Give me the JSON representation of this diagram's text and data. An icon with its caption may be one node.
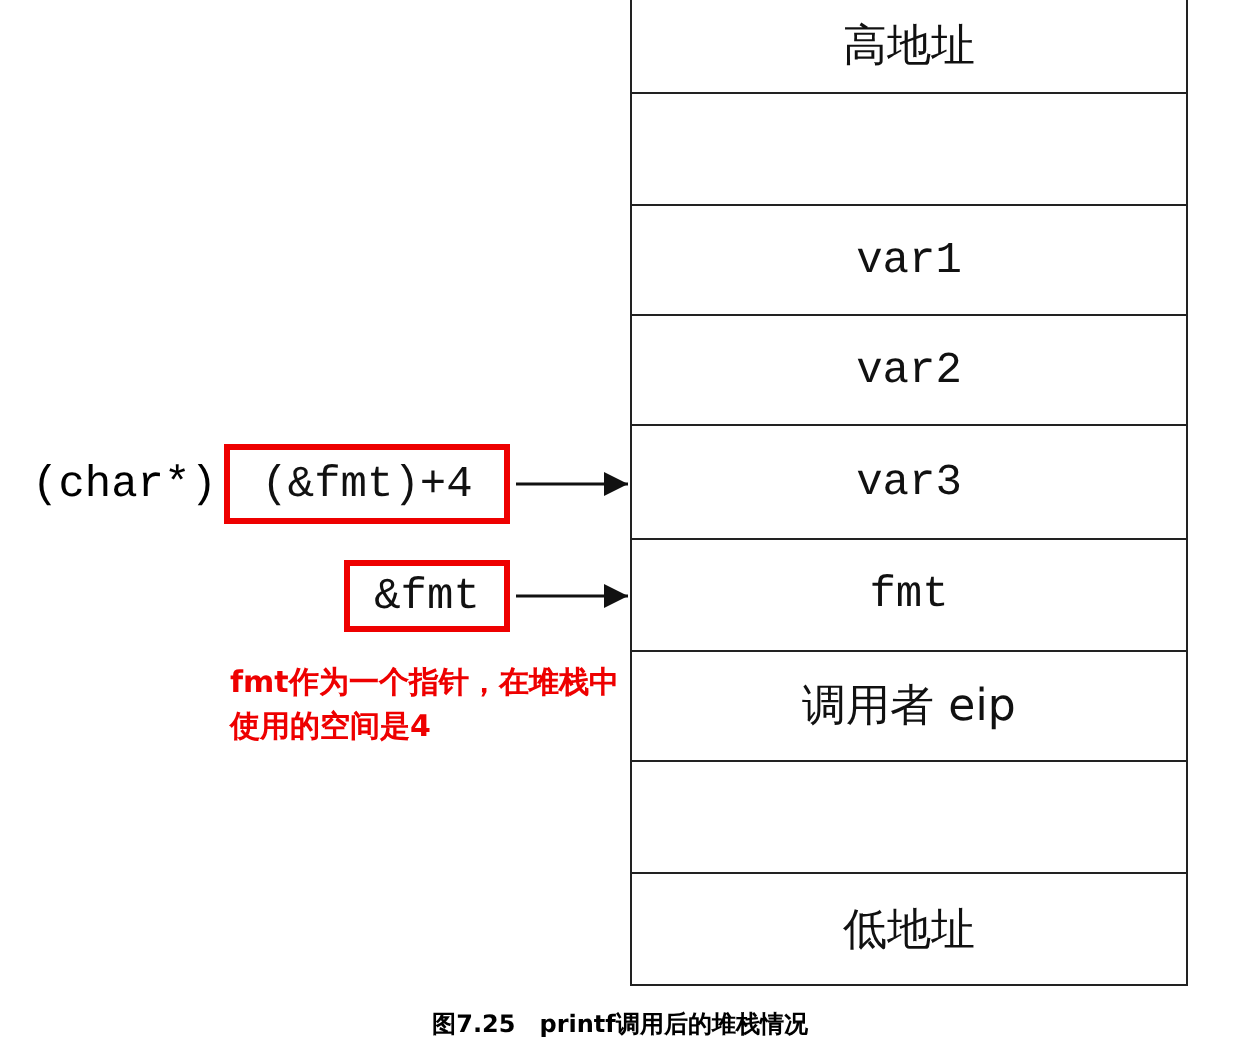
{
  "diagram": {
    "caption": "图7.25　printf调用后的堆栈情况",
    "nodes": [
      {
        "text": [
          "高地址"
        ]
      },
      {
        "text": [],
        "shape": "box"
      },
      {
        "text": [
          "var1"
        ]
      },
      {
        "text": [
          "var2"
        ]
      },
      {
        "text": [
          "var3"
        ]
      },
      {
        "text": [
          "fmt"
        ]
      },
      {
        "text": [
          "调用者 eip"
        ]
      },
      {
        "text": [],
        "shape": "box"
      },
      {
        "text": [
          "低地址"
        ]
      },
      {
        "text": [
          "(&fmt)+4"
        ],
        "beside": [
          "(char*)"
        ]
      },
      {
        "text": [
          "&fmt"
        ]
      }
    ],
    "edges": [
      {
        "from": 9,
        "to": 4,
        "arrow": "to"
      },
      {
        "from": 10,
        "to": 5,
        "arrow": "to"
      }
    ],
    "labels": [
      "fmt作为一个指针，在堆栈中使用的空间是4"
    ]
  }
}
